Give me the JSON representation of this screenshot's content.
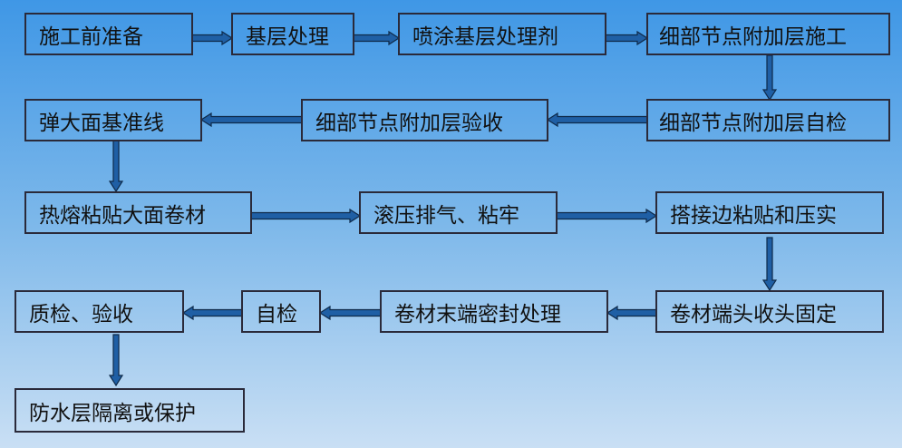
{
  "diagram": {
    "steps": [
      "施工前准备",
      "基层处理",
      "喷涂基层处理剂",
      "细部节点附加层施工",
      "细部节点附加层自检",
      "细部节点附加层验收",
      "弹大面基准线",
      "热熔粘贴大面卷材",
      "滚压排气、粘牢",
      "搭接边粘贴和压实",
      "卷材端头收头固定",
      "卷材末端密封处理",
      "自检",
      "质检、验收",
      "防水层隔离或保护"
    ]
  }
}
